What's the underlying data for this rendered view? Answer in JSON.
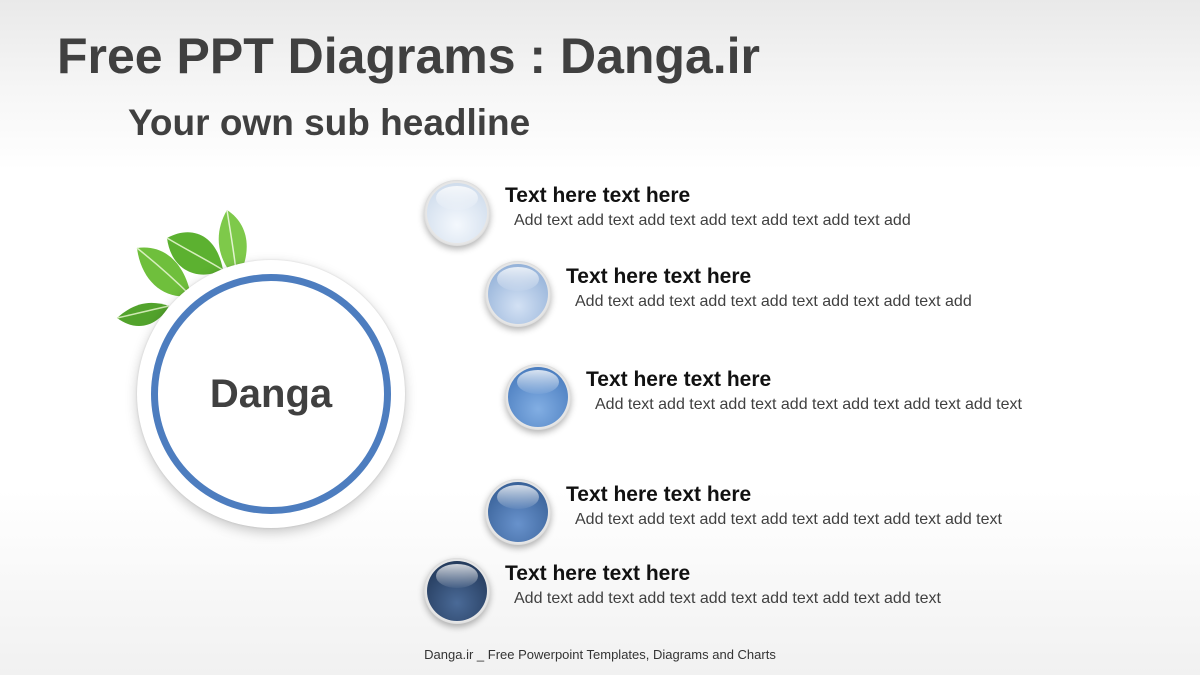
{
  "header": {
    "title": "Free PPT Diagrams : Danga.ir",
    "subtitle": "Your own sub headline"
  },
  "hub": {
    "label": "Danga",
    "ring_color": "#4d7dbf"
  },
  "items": [
    {
      "heading": "Text here text here",
      "text": "Add text add text add text add text add text add text add",
      "color_light": "#f4f8fd",
      "color_dark": "#c7d6e8"
    },
    {
      "heading": "Text here text here",
      "text": "Add text add text add text add text add text add text add",
      "color_light": "#d3e1f4",
      "color_dark": "#86a7d2"
    },
    {
      "heading": "Text here text here",
      "text": "Add text add text add text add text add text add text add text",
      "color_light": "#82aee3",
      "color_dark": "#3e72b7"
    },
    {
      "heading": "Text here text here",
      "text": "Add text add text add text add text add text add text add text",
      "color_light": "#6892cc",
      "color_dark": "#2e568c"
    },
    {
      "heading": "Text here text here",
      "text": "Add text add text add text add text add text add text add text",
      "color_light": "#4a6a97",
      "color_dark": "#1b2f4e"
    }
  ],
  "footer": {
    "text": "Danga.ir _ Free Powerpoint Templates, Diagrams and Charts"
  }
}
